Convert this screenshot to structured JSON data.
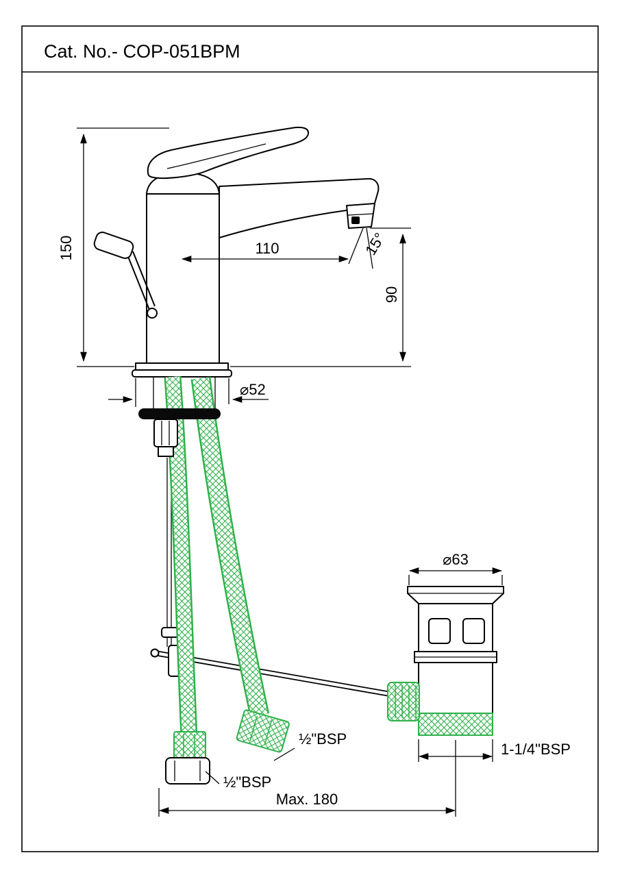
{
  "title_block": {
    "cat_no": "Cat. No.- COP-051BPM"
  },
  "labels": {
    "height_150": "150",
    "reach_110": "110",
    "angle_15": "15°",
    "outlet_height_90": "90",
    "base_dia": "⌀52",
    "flange_dia": "⌀63",
    "bsp_right": "½\"BSP",
    "bsp_left": "½\"BSP",
    "bsp_drain": "1-1/4\"BSP",
    "max_reach": "Max. 180"
  },
  "colors": {
    "outline": "#000000",
    "hose_green": "#2fb14a",
    "background": "#ffffff"
  }
}
